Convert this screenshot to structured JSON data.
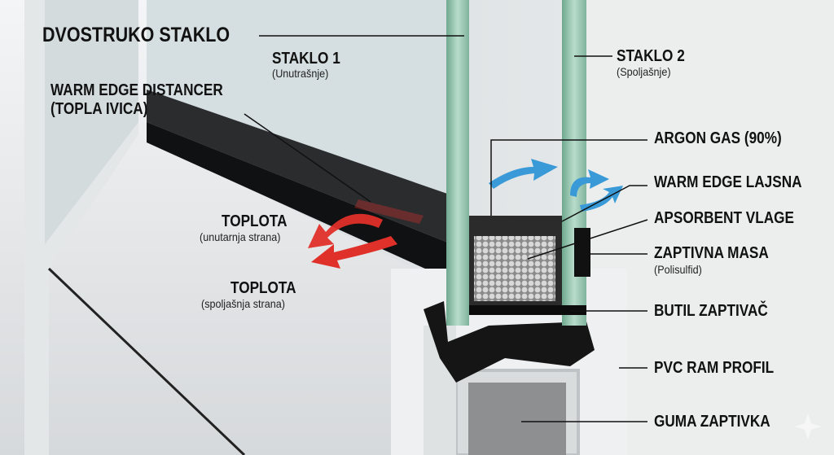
{
  "labels": {
    "double_glass": "DVOSTRUKO STAKLO",
    "glass1": {
      "title": "STAKLO 1",
      "sub": "(Unutrašnje)"
    },
    "glass2": {
      "title": "STAKLO 2",
      "sub": "(Spoljašnje)"
    },
    "warm_edge_distancer": {
      "line1": "WARM EDGE DISTANCER",
      "line2": "(TOPLA IVICA)"
    },
    "heat_inside": {
      "title": "TOPLOTA",
      "sub": "(unutarnja strana)"
    },
    "heat_outside": {
      "title": "TOPLOTA",
      "sub": "(spoljašnja strana)"
    },
    "argon": "ARGON GAS (90%)",
    "warm_edge_strip": "WARM EDGE LAJSNA",
    "desiccant": "APSORBENT VLAGE",
    "sealant": {
      "title": "ZAPTIVNA MASA",
      "sub": "(Polisulfid)"
    },
    "butyl": "BUTIL ZAPTIVAČ",
    "pvc_frame": "PVC RAM PROFIL",
    "rubber_gasket": "GUMA ZAPTIVKA"
  },
  "colors": {
    "heat_arrow": "#e0302a",
    "gas_arrow": "#3a9ad8",
    "glass": "#9cc9b4",
    "background": "#e9ebec"
  }
}
